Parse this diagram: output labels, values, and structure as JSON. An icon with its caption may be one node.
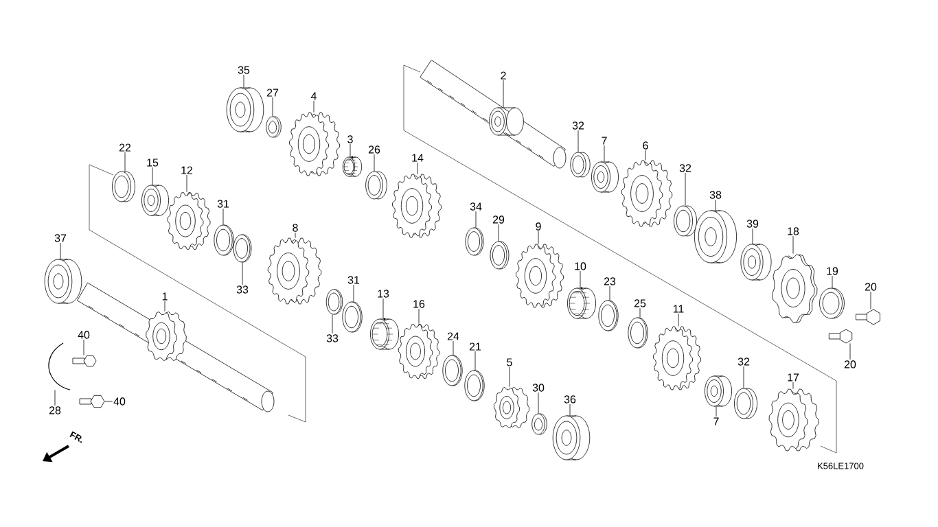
{
  "diagram": {
    "nodes": [
      {
        "text": [
          "35"
        ]
      },
      {
        "text": [
          "27"
        ]
      },
      {
        "text": [
          "2"
        ]
      },
      {
        "text": [
          "4"
        ]
      },
      {
        "text": [
          "32"
        ]
      },
      {
        "text": [
          "3"
        ]
      },
      {
        "text": [
          "7"
        ]
      },
      {
        "text": [
          "6"
        ]
      },
      {
        "text": [
          "22"
        ]
      },
      {
        "text": [
          "26"
        ]
      },
      {
        "text": [
          "14"
        ]
      },
      {
        "text": [
          "15"
        ]
      },
      {
        "text": [
          "32"
        ]
      },
      {
        "text": [
          "12"
        ]
      },
      {
        "text": [
          "38"
        ]
      },
      {
        "text": [
          "31"
        ]
      },
      {
        "text": [
          "34"
        ]
      },
      {
        "text": [
          "29"
        ]
      },
      {
        "text": [
          "39"
        ]
      },
      {
        "text": [
          "8"
        ]
      },
      {
        "text": [
          "9"
        ]
      },
      {
        "text": [
          "18"
        ]
      },
      {
        "text": [
          "37"
        ]
      },
      {
        "text": [
          "10"
        ]
      },
      {
        "text": [
          "19"
        ]
      },
      {
        "text": [
          "31"
        ]
      },
      {
        "text": [
          "23"
        ]
      },
      {
        "text": [
          "20"
        ]
      },
      {
        "text": [
          "33"
        ]
      },
      {
        "text": [
          "13"
        ]
      },
      {
        "text": [
          "1"
        ]
      },
      {
        "text": [
          "25"
        ]
      },
      {
        "text": [
          "16"
        ]
      },
      {
        "text": [
          "11"
        ]
      },
      {
        "text": [
          "40"
        ]
      },
      {
        "text": [
          "24"
        ]
      },
      {
        "text": [
          "33"
        ]
      },
      {
        "text": [
          "21"
        ]
      },
      {
        "text": [
          "5"
        ]
      },
      {
        "text": [
          "32"
        ]
      },
      {
        "text": [
          "20"
        ]
      },
      {
        "text": [
          "17"
        ]
      },
      {
        "text": [
          "30"
        ]
      },
      {
        "text": [
          "36"
        ]
      },
      {
        "text": [
          "40"
        ]
      },
      {
        "text": [
          "28"
        ]
      },
      {
        "text": [
          "7"
        ]
      },
      {
        "text": [],
        "shape": "picture"
      },
      {
        "text": [],
        "shape": "picture"
      },
      {
        "text": [],
        "shape": "picture"
      },
      {
        "text": [],
        "shape": "picture"
      },
      {
        "text": [],
        "shape": "picture"
      },
      {
        "text": [],
        "shape": "picture"
      },
      {
        "text": [],
        "shape": "picture"
      },
      {
        "text": [],
        "shape": "picture"
      },
      {
        "text": [],
        "shape": "picture"
      },
      {
        "text": [],
        "shape": "picture"
      },
      {
        "text": [],
        "shape": "picture"
      },
      {
        "text": [],
        "shape": "picture"
      },
      {
        "text": [],
        "shape": "picture"
      },
      {
        "text": [],
        "shape": "picture"
      },
      {
        "text": [],
        "shape": "picture"
      },
      {
        "text": [],
        "shape": "picture"
      },
      {
        "text": [],
        "shape": "picture"
      },
      {
        "text": [],
        "shape": "picture"
      },
      {
        "text": [],
        "shape": "picture"
      },
      {
        "text": [],
        "shape": "picture"
      },
      {
        "text": [],
        "shape": "picture"
      },
      {
        "text": [],
        "shape": "picture"
      },
      {
        "text": [],
        "shape": "picture"
      },
      {
        "text": [],
        "shape": "picture"
      },
      {
        "text": [],
        "shape": "picture"
      },
      {
        "text": [],
        "shape": "picture"
      },
      {
        "text": [],
        "shape": "picture"
      },
      {
        "text": [],
        "shape": "picture"
      },
      {
        "text": [],
        "shape": "picture"
      },
      {
        "text": [],
        "shape": "picture"
      },
      {
        "text": [],
        "shape": "picture"
      },
      {
        "text": [],
        "shape": "picture"
      },
      {
        "text": [],
        "shape": "picture"
      },
      {
        "text": [],
        "shape": "picture"
      },
      {
        "text": [],
        "shape": "picture"
      },
      {
        "text": [],
        "shape": "picture"
      },
      {
        "text": [],
        "shape": "picture"
      },
      {
        "text": [],
        "shape": "picture"
      },
      {
        "text": [],
        "shape": "picture"
      },
      {
        "text": [],
        "shape": "picture"
      },
      {
        "text": [],
        "shape": "picture"
      },
      {
        "text": [],
        "shape": "picture"
      },
      {
        "text": [],
        "shape": "picture"
      },
      {
        "text": [],
        "shape": "picture"
      },
      {
        "text": [],
        "shape": "picture"
      },
      {
        "text": [],
        "shape": "picture"
      },
      {
        "text": [],
        "shape": "picture"
      }
    ],
    "edges": [
      {
        "from": 0,
        "to": 47,
        "arrow": "none"
      },
      {
        "from": 1,
        "to": 48,
        "arrow": "none"
      },
      {
        "from": 2,
        "to": 49,
        "arrow": "none"
      },
      {
        "from": 3,
        "to": 50,
        "arrow": "none"
      },
      {
        "from": 4,
        "to": 51,
        "arrow": "none"
      },
      {
        "from": 5,
        "to": 52,
        "arrow": "none"
      },
      {
        "from": 6,
        "to": 53,
        "arrow": "none"
      },
      {
        "from": 7,
        "to": 54,
        "arrow": "none"
      },
      {
        "from": 8,
        "to": 55,
        "arrow": "none"
      },
      {
        "from": 9,
        "to": 56,
        "arrow": "none"
      },
      {
        "from": 10,
        "to": 57,
        "arrow": "none"
      },
      {
        "from": 11,
        "to": 58,
        "arrow": "none"
      },
      {
        "from": 12,
        "to": 59,
        "arrow": "none"
      },
      {
        "from": 13,
        "to": 60,
        "arrow": "none"
      },
      {
        "from": 14,
        "to": 61,
        "arrow": "none"
      },
      {
        "from": 15,
        "to": 62,
        "arrow": "none"
      },
      {
        "from": 16,
        "to": 63,
        "arrow": "none"
      },
      {
        "from": 17,
        "to": 64,
        "arrow": "none"
      },
      {
        "from": 18,
        "to": 65,
        "arrow": "none"
      },
      {
        "from": 19,
        "to": 66,
        "arrow": "none"
      },
      {
        "from": 20,
        "to": 67,
        "arrow": "none"
      },
      {
        "from": 21,
        "to": 68,
        "arrow": "none"
      },
      {
        "from": 22,
        "to": 69,
        "arrow": "none"
      },
      {
        "from": 23,
        "to": 70,
        "arrow": "none"
      },
      {
        "from": 24,
        "to": 71,
        "arrow": "none"
      },
      {
        "from": 25,
        "to": 72,
        "arrow": "none"
      },
      {
        "from": 26,
        "to": 73,
        "arrow": "none"
      },
      {
        "from": 27,
        "to": 74,
        "arrow": "none"
      },
      {
        "from": 28,
        "to": 75,
        "arrow": "none"
      },
      {
        "from": 29,
        "to": 76,
        "arrow": "none"
      },
      {
        "from": 30,
        "to": 77,
        "arrow": "none"
      },
      {
        "from": 31,
        "to": 78,
        "arrow": "none"
      },
      {
        "from": 32,
        "to": 79,
        "arrow": "none"
      },
      {
        "from": 33,
        "to": 80,
        "arrow": "none"
      },
      {
        "from": 34,
        "to": 81,
        "arrow": "none"
      },
      {
        "from": 35,
        "to": 82,
        "arrow": "none"
      },
      {
        "from": 36,
        "to": 83,
        "arrow": "none"
      },
      {
        "from": 37,
        "to": 84,
        "arrow": "none"
      },
      {
        "from": 38,
        "to": 85,
        "arrow": "none"
      },
      {
        "from": 39,
        "to": 86,
        "arrow": "none"
      },
      {
        "from": 40,
        "to": 87,
        "arrow": "none"
      },
      {
        "from": 41,
        "to": 88,
        "arrow": "none"
      },
      {
        "from": 42,
        "to": 89,
        "arrow": "none"
      },
      {
        "from": 43,
        "to": 90,
        "arrow": "none"
      },
      {
        "from": 44,
        "to": 91,
        "arrow": "none"
      },
      {
        "from": 45,
        "to": 92,
        "arrow": "none"
      },
      {
        "from": 46,
        "to": 93,
        "arrow": "none"
      }
    ],
    "labels": [
      "FR.",
      "K56LE1700"
    ]
  }
}
